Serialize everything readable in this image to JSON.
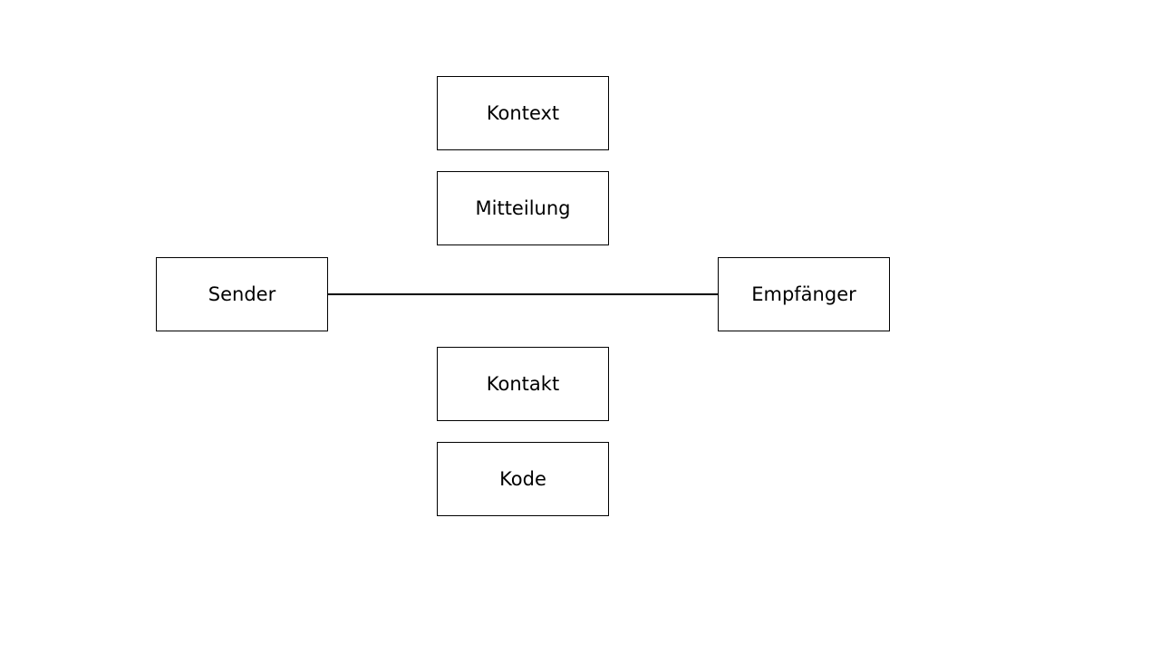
{
  "diagram": {
    "nodes": {
      "kontext": "Kontext",
      "mitteilung": "Mitteilung",
      "sender": "Sender",
      "empfaenger": "Empfänger",
      "kontakt": "Kontakt",
      "kode": "Kode"
    },
    "edges": [
      {
        "from": "Sender",
        "to": "Empfänger"
      }
    ]
  }
}
